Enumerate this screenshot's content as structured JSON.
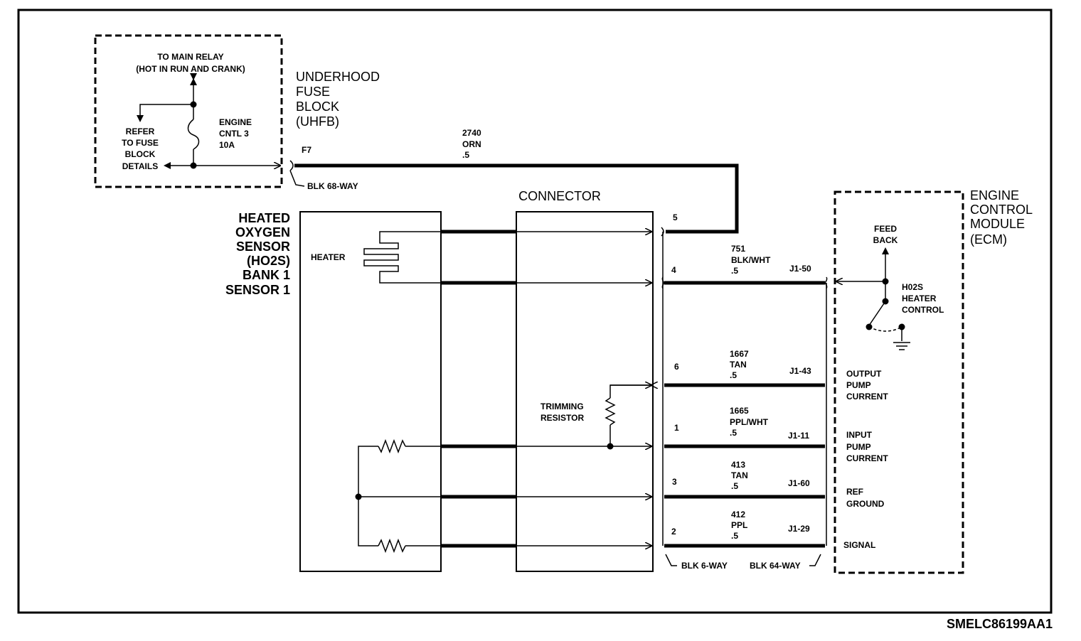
{
  "fuse_block": {
    "relay_line1": "TO MAIN RELAY",
    "relay_line2": "(HOT IN RUN AND CRANK)",
    "refer": [
      "REFER",
      "TO FUSE",
      "BLOCK",
      "DETAILS"
    ],
    "fuse_name": [
      "ENGINE",
      "CNTL 3",
      "10A"
    ],
    "title": [
      "UNDERHOOD",
      "FUSE",
      "BLOCK",
      "(UHFB)"
    ],
    "terminal": "F7",
    "connector_label": "BLK 68-WAY"
  },
  "wire_2740": {
    "circuit": "2740",
    "color": "ORN",
    "size": ".5"
  },
  "connector_title": "CONNECTOR",
  "sensor": {
    "title": [
      "HEATED",
      "OXYGEN",
      "SENSOR",
      "(HO2S)",
      "BANK 1",
      "SENSOR 1"
    ],
    "heater_label": "HEATER",
    "trimming": [
      "TRIMMING",
      "RESISTOR"
    ]
  },
  "pins": [
    {
      "pin": "5",
      "circuit": "",
      "color": "",
      "size": "",
      "ecm_pin": ""
    },
    {
      "pin": "4",
      "circuit": "751",
      "color": "BLK/WHT",
      "size": ".5",
      "ecm_pin": "J1-50"
    },
    {
      "pin": "6",
      "circuit": "1667",
      "color": "TAN",
      "size": ".5",
      "ecm_pin": "J1-43"
    },
    {
      "pin": "1",
      "circuit": "1665",
      "color": "PPL/WHT",
      "size": ".5",
      "ecm_pin": "J1-11"
    },
    {
      "pin": "3",
      "circuit": "413",
      "color": "TAN",
      "size": ".5",
      "ecm_pin": "J1-60"
    },
    {
      "pin": "2",
      "circuit": "412",
      "color": "PPL",
      "size": ".5",
      "ecm_pin": "J1-29"
    }
  ],
  "connector_bottom": {
    "left": "BLK 6-WAY",
    "right": "BLK 64-WAY"
  },
  "ecm": {
    "title": [
      "ENGINE",
      "CONTROL",
      "MODULE",
      "(ECM)"
    ],
    "feedback": [
      "FEED",
      "BACK"
    ],
    "heater_control": [
      "H02S",
      "HEATER",
      "CONTROL"
    ],
    "output_pump": [
      "OUTPUT",
      "PUMP",
      "CURRENT"
    ],
    "input_pump": [
      "INPUT",
      "PUMP",
      "CURRENT"
    ],
    "ref_ground": [
      "REF",
      "GROUND"
    ],
    "signal": "SIGNAL"
  },
  "figure_code": "SMELC86199AA1"
}
